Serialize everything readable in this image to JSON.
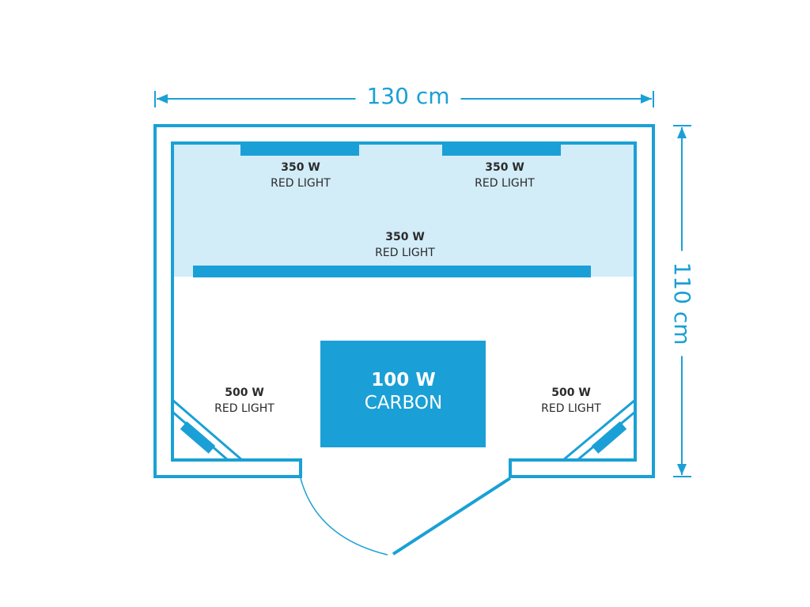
{
  "colors": {
    "outline": "#1aa0d6",
    "heater": "#1aa0d6",
    "zone_fill": "#d2ecf8",
    "text": "#2b2b2b",
    "panel_text": "#ffffff"
  },
  "dimensions": {
    "width": "130 cm",
    "height": "110 cm"
  },
  "heaters": {
    "top_left": {
      "watt": "350 W",
      "kind": "RED LIGHT"
    },
    "top_right": {
      "watt": "350 W",
      "kind": "RED LIGHT"
    },
    "back_bench": {
      "watt": "350 W",
      "kind": "RED LIGHT"
    },
    "corner_left": {
      "watt": "500 W",
      "kind": "RED LIGHT"
    },
    "corner_right": {
      "watt": "500 W",
      "kind": "RED LIGHT"
    },
    "floor_carbon": {
      "watt": "100 W",
      "kind": "CARBON"
    }
  }
}
